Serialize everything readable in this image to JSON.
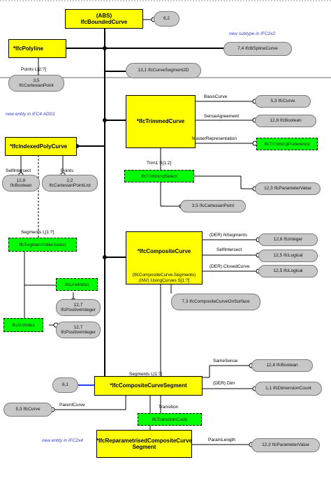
{
  "entities": {
    "bounded_curve": {
      "line1": "(ABS)",
      "line2": "IfcBoundedCurve"
    },
    "polyline": "*IfcPolyline",
    "trimmed_curve": "*IfcTrimmedCurve",
    "indexed_poly_curve": "*IfcIndexedPolyCurve",
    "composite_curve": {
      "name": "*IfcCompositeCurve",
      "inverse1": "(IfcCompositeCurve.Segments)",
      "inverse2": "(INV) UsingCurves S[1:?]"
    },
    "composite_curve_segment": "*IfcCompositeCurveSegment",
    "reparametrised": {
      "line1": "*IfcReparametrisedCompositeCurve",
      "line2": "Segment"
    }
  },
  "types": {
    "trimming_preference": "IfcTrimmingPreference",
    "trimming_select": "IfcTrimmingSelect",
    "segment_index_select": "IfcSegmentIndexSelect",
    "line_index": "IfcLineIndex",
    "arc_index": "IfcArcIndex",
    "transition_code": "IfcTransitionCode"
  },
  "refs": {
    "page_ref": "6,2",
    "bspline": "7,4 IfcBSplineCurve",
    "curve_segment_2d": "13,1 IfcCurveSegment2D",
    "cartesian_point": {
      "line1": "3,5",
      "line2": "IfcCartesianPoint"
    },
    "basis_curve": "5,3 IfcCurve",
    "boolean_trim": "12,8 IfcBoolean",
    "self_intersect_bool": {
      "line1": "12,8",
      "line2": "IfcBoolean"
    },
    "point_list": {
      "line1": "2,2",
      "line2": "IfcCartesianPointList"
    },
    "parameter_value": "12,3 IfcParameterValue",
    "cartesian_point_trim": "3,5 IfcCartesianPoint",
    "integer": "12,6 IfcInteger",
    "logical_1": "12,5 IfcLogical",
    "logical_2": "12,5 IfcLogical",
    "curve_on_surface": "7,3 IfcCompositeCurveOnSurface",
    "pos_int_1": {
      "line1": "12,7",
      "line2": "IfcPositiveInteger"
    },
    "pos_int_2": {
      "line1": "12,7",
      "line2": "IfcPositiveInteger"
    },
    "page_ref_seg": "6,1",
    "curve_parent": "5,3 IfcCurve",
    "boolean_same": "12,8 IfcBoolean",
    "dimension_count": "1,1 IfcDimensionCount",
    "parameter_value_len": "12,3 IfcParameterValue"
  },
  "labels": {
    "points_poly": "Points L[2:?]",
    "basis_curve": "BasisCurve",
    "sense_agreement": "SenseAgreement",
    "master_rep": "MasterRepresentation",
    "trim": "Trim1 S[1:2]",
    "self_intersect": "SelfIntersect",
    "points": "Points",
    "segments_indexed": "Segments L[1:?]",
    "nsegments": "(DER) NSegments",
    "self_intersect_cc": "SelfIntersect",
    "closed_curve": "(DER) ClosedCurve",
    "segments_cc": "Segments L[1:?]",
    "same_sense": "SameSense",
    "dim": "(DER) Dim",
    "parent_curve": "ParentCurve",
    "transition": "Transition",
    "param_length": "ParamLength"
  },
  "notes": {
    "ifc2x2": "new subtype in IFC2x2",
    "ifc4add1": "new entity in IFC4 ADD1",
    "ifc2x4": "new entity in IFC2x4"
  }
}
